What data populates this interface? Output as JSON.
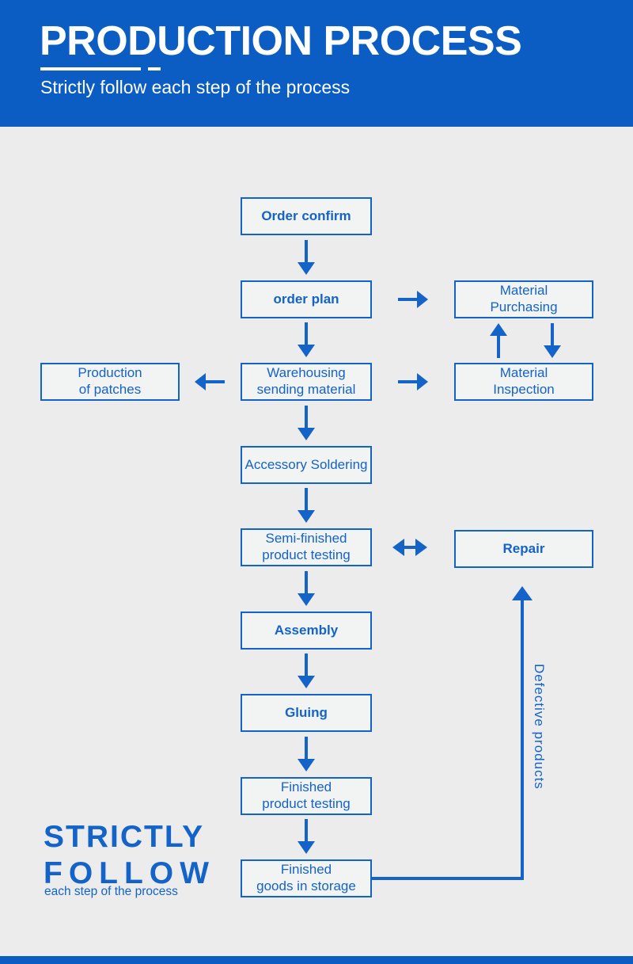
{
  "theme": {
    "accent": "#1463c8",
    "header_bg": "#0b5dc3",
    "page_bg": "#ececec",
    "node_fill": "#f2f3f3"
  },
  "header": {
    "title": "PRODUCTION PROCESS",
    "subtitle": "Strictly follow each step of the process"
  },
  "flow": {
    "nodes": {
      "order_confirm": {
        "label": "Order confirm"
      },
      "order_plan": {
        "label": "order plan"
      },
      "material_purchasing": {
        "label": "Material\nPurchasing"
      },
      "production_of_patches": {
        "label": "Production\nof patches"
      },
      "warehousing": {
        "label": "Warehousing\nsending material"
      },
      "material_inspection": {
        "label": "Material\nInspection"
      },
      "accessory_soldering": {
        "label": "Accessory Soldering"
      },
      "semi_finished_testing": {
        "label": "Semi-finished\nproduct testing"
      },
      "repair": {
        "label": "Repair"
      },
      "assembly": {
        "label": "Assembly"
      },
      "gluing": {
        "label": "Gluing"
      },
      "finished_testing": {
        "label": "Finished\nproduct testing"
      },
      "finished_storage": {
        "label": "Finished\ngoods in storage"
      }
    },
    "edge_label": "Defective products",
    "icons": [
      "arrow-down-icon",
      "arrow-up-icon",
      "arrow-right-icon",
      "arrow-left-icon",
      "arrow-double-horizontal-icon",
      "feedback-arrow-up-icon"
    ]
  },
  "brand": {
    "line1": "STRICTLY",
    "line2": "FOLLOW",
    "line3": "each step of the process"
  }
}
